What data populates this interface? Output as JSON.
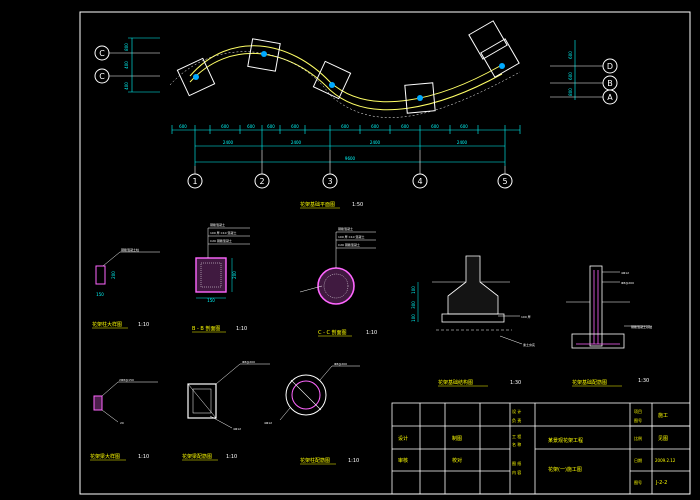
{
  "colors": {
    "background": "#000000",
    "frame": "#ffffff",
    "dimension": "#00ffff",
    "title": "#ffff00",
    "path": "#ffff66",
    "hatch": "#ff66ff",
    "node": "#00aaff"
  },
  "grid_axes": {
    "left": [
      "C",
      "C"
    ],
    "right": [
      "D",
      "B",
      "A"
    ],
    "bottom": [
      "1",
      "2",
      "3",
      "4",
      "5"
    ]
  },
  "dims": {
    "top_small": [
      "600",
      "600",
      "600",
      "600",
      "600",
      "600",
      "600",
      "600",
      "600",
      "600"
    ],
    "mid": [
      "2400",
      "2400",
      "2400",
      "2400"
    ],
    "total": "9600",
    "left_stack": [
      "800",
      "400",
      "400"
    ],
    "right_stack": [
      "600",
      "600",
      "800"
    ],
    "small_w": "150",
    "small_h": "200",
    "box_w": "150",
    "box_h": "200",
    "found_h": [
      "100",
      "300",
      "100"
    ]
  },
  "titles": {
    "plan": "花架基础平面图",
    "plan_scale": "1:50",
    "d1": "花架柱大样图",
    "d1_scale": "1:10",
    "d2": "B - B 剖面图",
    "d2_scale": "1:10",
    "d3": "C - C 剖面图",
    "d3_scale": "1:10",
    "d4": "花架基础结构图",
    "d4_scale": "1:30",
    "d5": "花架基础配筋图",
    "d5_scale": "1:30",
    "d6": "花架梁大样图",
    "d6_scale": "1:10",
    "d7": "花架梁配筋图",
    "d7_scale": "1:10",
    "d8": "花架柱配筋图",
    "d8_scale": "1:10"
  },
  "notes": {
    "n1": "钢筋混凝土柱",
    "n2a": "钢筋混凝土",
    "n2b": "100 厚 C10 混凝土",
    "n2c": "C20 钢筋混凝土",
    "n3a": "钢筋混凝土",
    "n3b": "100 厚 C10 混凝土",
    "n3c": "C20 钢筋混凝土",
    "n4a": "100 厚",
    "n4b": "素土夯实",
    "n5a": "4Φ12",
    "n5b": "Φ8@200",
    "n5c": "钢筋混凝土基础",
    "n6a": "2Φ8@150",
    "n6b": "20",
    "n7a": "Φ8@200",
    "n7b": "4Φ12",
    "n8a": "Φ8@200",
    "n8b": "4Φ12"
  },
  "title_block": {
    "label_a": "设计",
    "label_b": "审核",
    "label_c": "制图",
    "label_d": "校对",
    "v1": "设 计",
    "v2": "负 责",
    "v3": "工 程",
    "v4": "名 称",
    "v5": "图 纸",
    "v6": "内 容",
    "project": "某景观花架工程",
    "sheet_name": "花架(一)施工图",
    "r1": "项目",
    "r2": "图号",
    "r3": "比例",
    "r4": "日期",
    "r5": "图号",
    "phase": "施工",
    "scale": "见图",
    "date": "2009.2.12",
    "drawing_no": "J-2-2"
  }
}
